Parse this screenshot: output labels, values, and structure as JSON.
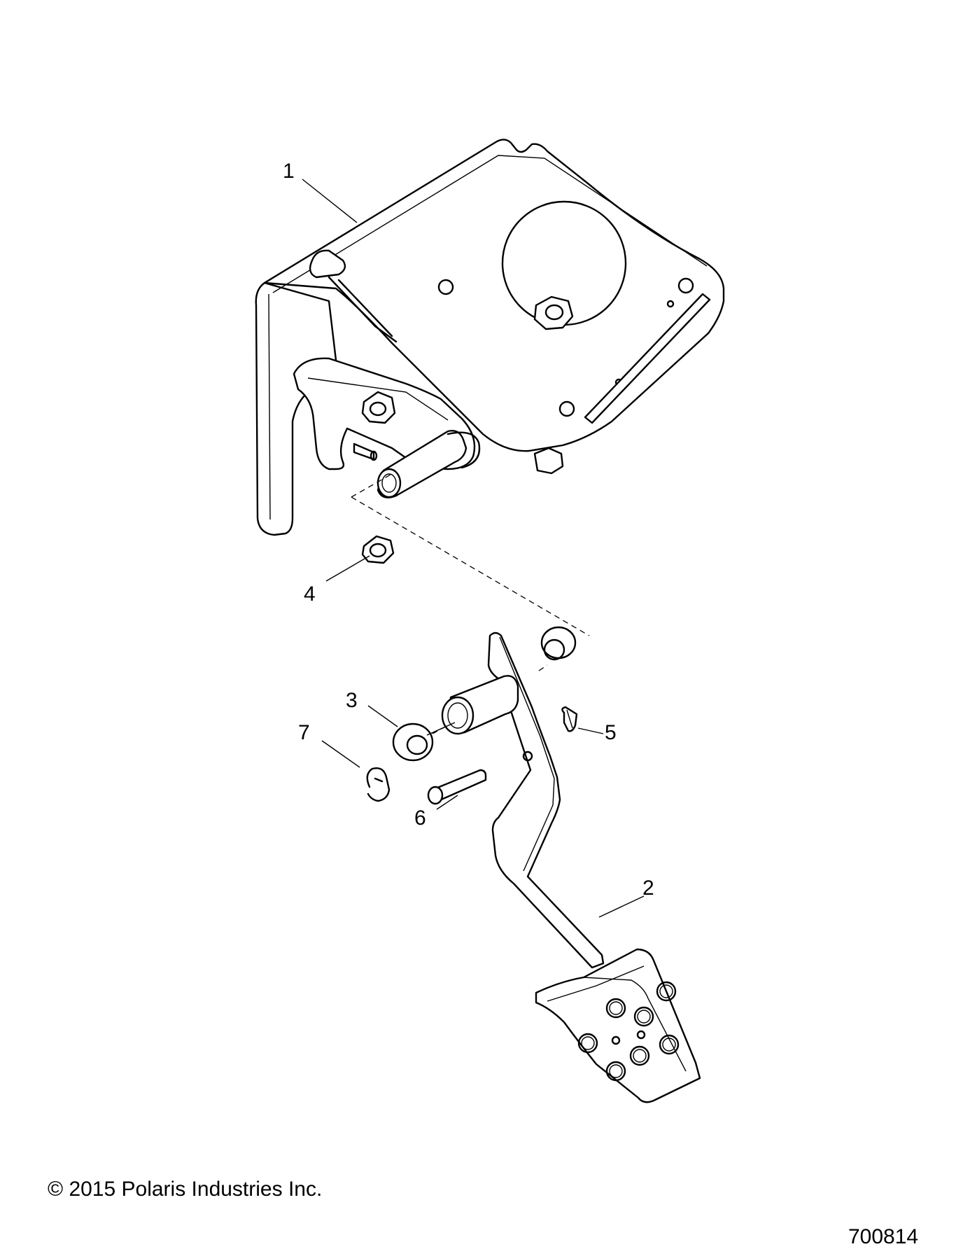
{
  "copyright": "© 2015 Polaris Industries Inc.",
  "drawing_number": "700814",
  "callouts": [
    {
      "label": "1"
    },
    {
      "label": "2"
    },
    {
      "label": "3"
    },
    {
      "label": "4"
    },
    {
      "label": "5"
    },
    {
      "label": "6"
    },
    {
      "label": "7"
    }
  ]
}
